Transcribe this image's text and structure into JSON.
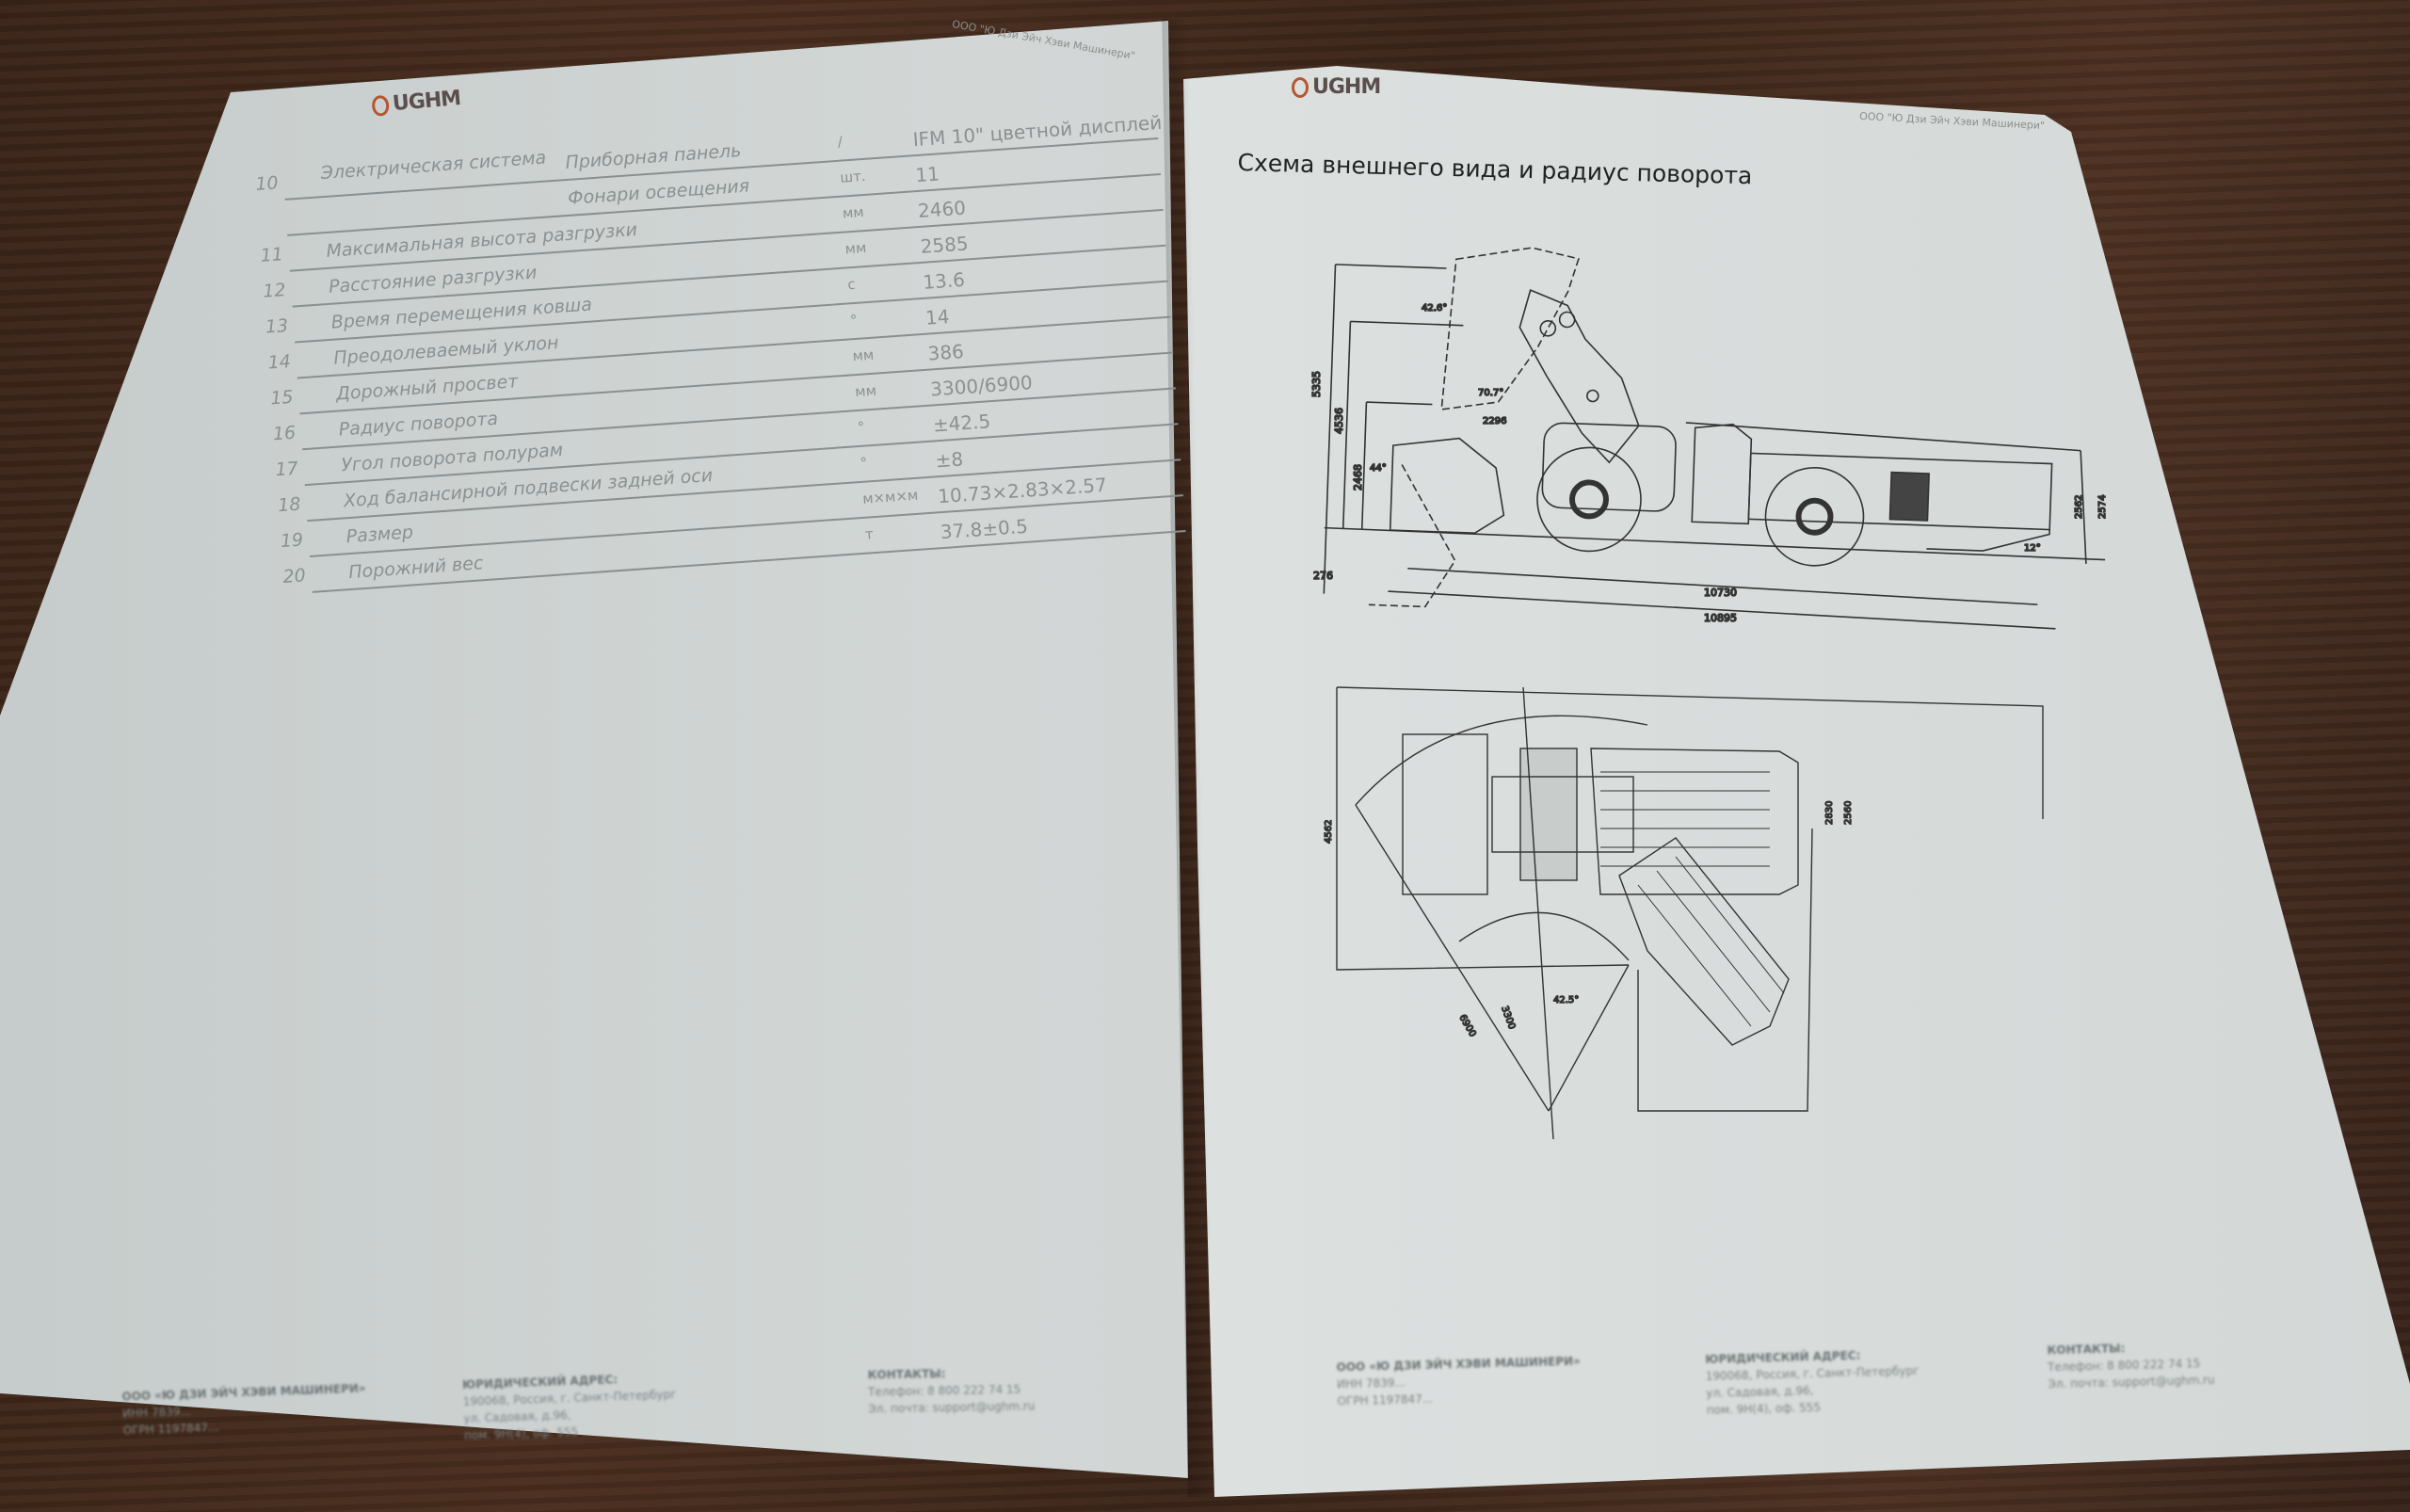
{
  "left_page": {
    "logo": "UGHM",
    "header": "ООО \"Ю Дзи Эйч Хэви Машинери\"",
    "rows": [
      {
        "num": "10",
        "name": "Электрическая система",
        "sub": "Приборная панель",
        "unit": "/",
        "value": "IFM 10\" цветной дисплей"
      },
      {
        "num": "",
        "name": "",
        "sub": "Фонари освещения",
        "unit": "шт.",
        "value": "11"
      },
      {
        "num": "11",
        "name": "Максимальная высота разгрузки",
        "unit": "мм",
        "value": "2460"
      },
      {
        "num": "12",
        "name": "Расстояние разгрузки",
        "unit": "мм",
        "value": "2585"
      },
      {
        "num": "13",
        "name": "Время перемещения ковша",
        "unit": "с",
        "value": "13.6"
      },
      {
        "num": "14",
        "name": "Преодолеваемый уклон",
        "unit": "°",
        "value": "14"
      },
      {
        "num": "15",
        "name": "Дорожный просвет",
        "unit": "мм",
        "value": "386"
      },
      {
        "num": "16",
        "name": "Радиус поворота",
        "unit": "мм",
        "value": "3300/6900"
      },
      {
        "num": "17",
        "name": "Угол поворота полурам",
        "unit": "°",
        "value": "±42.5"
      },
      {
        "num": "18",
        "name": "Ход балансирной подвески задней оси",
        "unit": "°",
        "value": "±8"
      },
      {
        "num": "19",
        "name": "Размер",
        "unit": "м×м×м",
        "value": "10.73×2.83×2.57"
      },
      {
        "num": "20",
        "name": "Порожний вес",
        "unit": "т",
        "value": "37.8±0.5"
      }
    ],
    "footer": {
      "company": [
        "ООО «Ю ДЗИ ЭЙЧ ХЭВИ МАШИНЕРИ»",
        "ИНН 7839...",
        "ОГРН 1197847..."
      ],
      "address": [
        "ЮРИДИЧЕСКИЙ АДРЕС:",
        "190068, Россия, г. Санкт-Петербург",
        "ул. Садовая, д.96,",
        "пом. 9Н(4), оф. 555"
      ],
      "contacts": [
        "КОНТАКТЫ:",
        "Телефон: 8 800 222 74 15",
        "Эл. почта: support@ughm.ru"
      ]
    }
  },
  "right_page": {
    "logo": "UGHM",
    "header": "ООО \"Ю Дзи Эйч Хэви Машинери\"",
    "title": "Схема внешнего вида и радиус поворота",
    "side_view_dims": {
      "h_total": "5335",
      "h_boom": "4536",
      "h_dump": "2468",
      "h_low": "276",
      "len_1": "10730",
      "len_2": "10895",
      "angle_top": "42.6°",
      "angle_mid": "70.7°",
      "reach": "2296",
      "angle_bucket": "44°",
      "h_cab": "2574",
      "h_body": "2562",
      "angle_rear": "12°"
    },
    "top_view_dims": {
      "width_total": "4562",
      "r_outer": "6900",
      "r_inner": "3300",
      "angle": "42.5°",
      "w1": "2830",
      "w2": "2560"
    },
    "footer": {
      "company": [
        "ООО «Ю ДЗИ ЭЙЧ ХЭВИ МАШИНЕРИ»",
        "ИНН 7839...",
        "ОГРН 1197847..."
      ],
      "address": [
        "ЮРИДИЧЕСКИЙ АДРЕС:",
        "190068, Россия, г. Санкт-Петербург",
        "ул. Садовая, д.96,",
        "пом. 9Н(4), оф. 555"
      ],
      "contacts": [
        "КОНТАКТЫ:",
        "Телефон: 8 800 222 74 15",
        "Эл. почта: support@ughm.ru"
      ]
    }
  }
}
